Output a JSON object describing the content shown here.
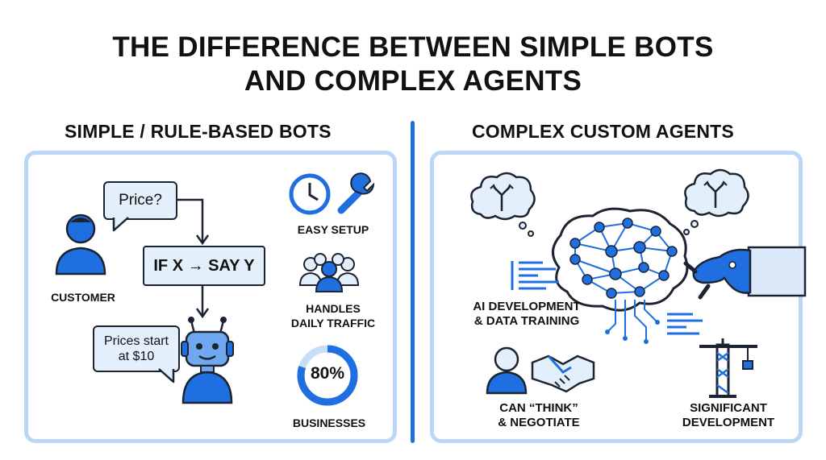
{
  "title": {
    "line1": "THE DIFFERENCE BETWEEN SIMPLE BOTS",
    "line2": "AND COMPLEX AGENTS"
  },
  "left": {
    "heading": "SIMPLE / RULE-BASED BOTS",
    "question_bubble": "Price?",
    "customer_label": "CUSTOMER",
    "rule_box": "IF X → SAY Y",
    "answer_bubble_line1": "Prices start",
    "answer_bubble_line2": "at $10",
    "easy_setup_label": "EASY SETUP",
    "traffic_label_line1": "HANDLES",
    "traffic_label_line2": "DAILY TRAFFIC",
    "percent_value": "80%",
    "percent_fraction": 0.8,
    "businesses_label": "BUSINESSES"
  },
  "right": {
    "heading": "COMPLEX CUSTOM AGENTS",
    "ai_label_line1": "AI DEVELOPMENT",
    "ai_label_line2": "& DATA TRAINING",
    "think_label_line1": "CAN “THINK”",
    "think_label_line2": "& NEGOTIATE",
    "dev_label_line1": "SIGNIFICANT",
    "dev_label_line2": "DEVELOPMENT"
  },
  "colors": {
    "accent": "#1f6fe0",
    "panel_border": "#bcd7f5",
    "bubble_fill": "#e4effc",
    "outline": "#1b2430"
  },
  "icons": [
    "person-icon",
    "clock-icon",
    "wrench-icon",
    "group-icon",
    "robot-icon",
    "brain-network-icon",
    "robot-hand-icon",
    "thought-cloud-icon",
    "handshake-icon",
    "crane-icon",
    "flowchart-arrow-icon"
  ]
}
